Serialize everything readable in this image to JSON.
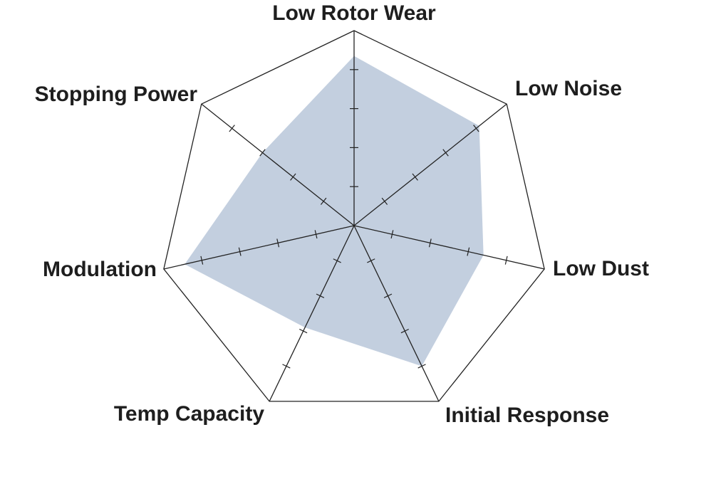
{
  "chart_data": {
    "type": "radar",
    "categories": [
      "Low Rotor Wear",
      "Low Noise",
      "Low Dust",
      "Initial Response",
      "Temp Capacity",
      "Modulation",
      "Stopping Power"
    ],
    "values": [
      4.35,
      4.1,
      3.4,
      4.0,
      2.9,
      4.45,
      3.0
    ],
    "rlim": [
      0,
      5
    ],
    "ticks": [
      1,
      2,
      3,
      4,
      5
    ],
    "fill_color": "#c3cfdf",
    "grid_color": "#222222",
    "legend": "none"
  }
}
